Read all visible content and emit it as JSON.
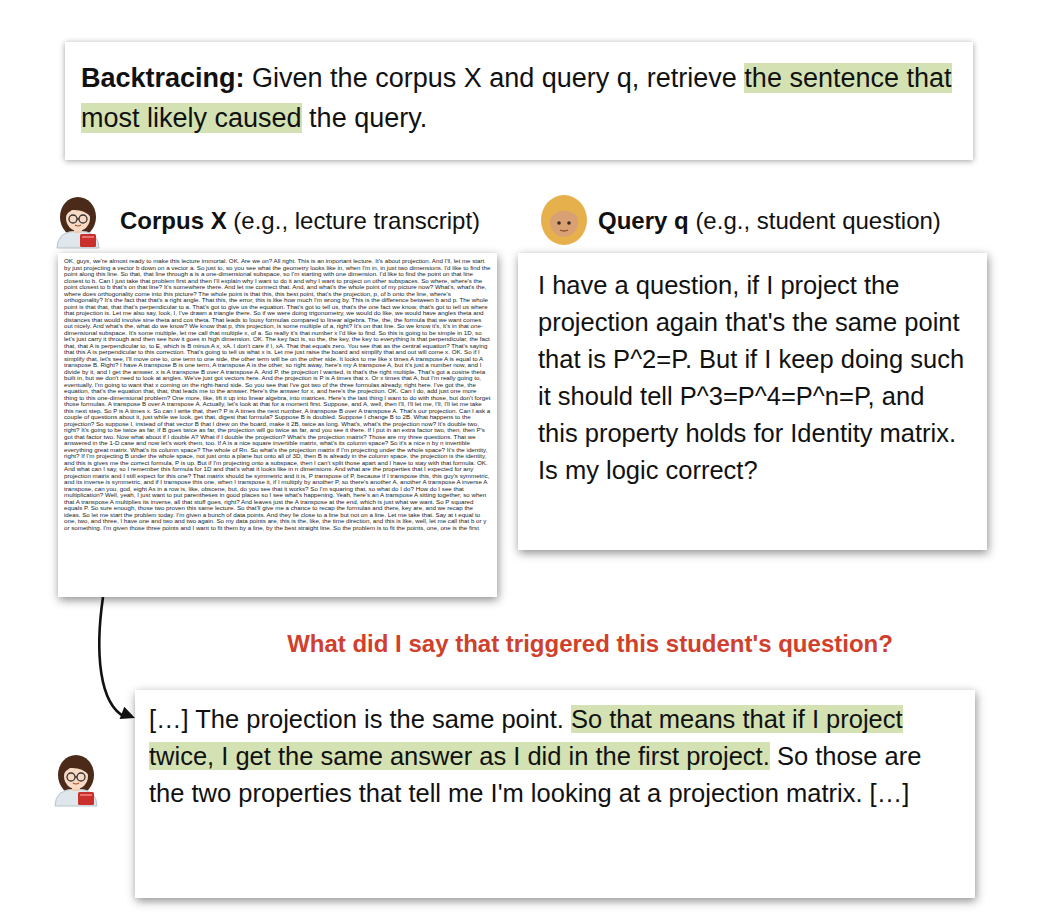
{
  "diagram": {
    "nodes": [
      {
        "text": [
          "Backtracing:",
          "Given the corpus X and query q, retrieve",
          "the sentence that most likely caused",
          "the query."
        ]
      },
      {
        "text": [
          "Corpus X",
          "(e.g., lecture transcript)",
          "OK, guys, we're almost ready to make this lecture immortal. OK. Are we on? All right. This is an important lecture. It's about projection. And I'll, let me start by just projecting a vector b down on a vector a. So just to, so you see what the geometry looks like in, when I'm in, in just two dimensions. I'd like to find the point along this line. So that, that line through a is a one-dimensional subspace, so I'm starting with one dimension. I'd like to find the point on that line closest to b. Can I just take that problem first and then I'll explain why I want to do it and why I want to project on other subspaces. So where, where's the point closest to b that's on that line? It's somewhere there. And let me connect that. And, and what's the whole point of my picture now? What's, what's the, where does orthogonality come into this picture? The whole point is that this, this best point, that's the projection, p, of b onto the line, where's orthogonality? It's the fact that that's a right angle. That this, the error, this is like how much I'm wrong by. This is the difference between b and p. The whole point is that that, that that's perpendicular to a. That's got to give us the equation. That's got to tell us, that's the one fact we know, that's got to tell us where that projection is. Let me also say, look, I, I've drawn a triangle there. So if we were doing trigonometry, we would do like, we would have angles theta and distances that would involve sine theta and cos theta. That leads to lousy formulas compared to linear algebra. The, the, the formula that we want comes out nicely. And what's the, what do we know? We know that p, this projection, is some multiple of a, right? It's on that line. So we know it's, it's in that one-dimensional subspace. It's some multiple, let me call that multiple x, of a. So really it's that number x I'd like to find. So this is going to be simple in 1D, so let's just carry it through and then see how it goes in high dimension. OK. The key fact is, so the, the key, the key to everything is that perpendicular, the fact that, that A is perpendicular to, to E, which is B minus A x, xA. I don't care if I, xA. That that equals zero. You see that as the central equation? That's saying that this A is perpendicular to this correction. That's going to tell us what x is. Let me just raise the board and simplify that and out will come x. OK. So if I simplify that, let's see, I'll move one to, one term to one side, the other term will be on the other side. It looks to me like x times A transpose A is equal to A transpose B. Right? I have A transpose B is one term, A transpose A is the other, so right away, here's my A transpose A, but it's just a number now, and I divide by it, and I get the answer. x is A transpose B over A transpose A. And P, the projection I wanted, is that's the right multiple. That's got a cosine theta built in, but we don't need to look at angles. We've just got vectors here. And the projection is P is A times that x. Or x times that A, but I'm really going to, eventually, I'm going to want that x coming on the right-hand side. So you see that I've got two of the three formulas already, right here. I've got the, the equation, that's the equation that, that, that leads me to the answer. Here's the answer for x, and here's the projection. OK. Can I do, add just one more thing to this one-dimensional problem? One more, like, lift it up into linear algebra, into matrices. Here's the last thing I want to do with those, but don't forget those formulas. A transpose B over A transpose A. Actually, let's look at that for a moment first. Suppose, and A, well, then I'll, I'll let me, I'll, I'll let me take this next step. So P is A times x. So can I write that, then? P is A times the next number, A transpose B over A transpose A. That's our projection. Can I ask a couple of questions about it, just while we look, get that, digest that formula? Suppose B is doubled. Suppose I change B to 2B. What happens to the projection? So suppose I, instead of that vector B that I drew on the board, make it 2B, twice as long. What's, what's the projection now? It's double two, right? It's going to be twice as far, if B goes twice as far, the projection will go twice as far, and you see it there. If I put in an extra factor two, then, then P's got that factor two. Now what about if I double A? What if I double the projection? What's the projection matrix? Those are my three questions. That we answered in the 1-D case and now let's work them, too. If A is a nice square invertible matrix, what's its column space? So it's a nice n by n invertible everything great matrix. What's its column space? The whole of Rn. So what's the projection matrix if I'm projecting under the whole space? It's the identity, right? If I'm projecting B under the whole space, not just onto a plane but onto all of 3D, then B is already in the column space, the projection is the identity, and this is gives me the correct formula, P is up. But if I'm projecting onto a subspace, then I can't split those apart and I have to stay with that formula. OK. And what can I say, so I remember this formula for 1D and that's what it looks like in n dimensions. And what are the properties that I expected for any projection matrix and I still expect for this one? That matrix should be symmetric and it is, P transpose of P, because if I transpose this, this guy's symmetric, and its inverse is symmetric, and if I transpose this one, when I transpose it, if I multiply by another P, so there's another A, another A transpose A inverse A transpose, can you, god, eight As in a row is, like, obscene, but, do you see that it works? So I'm squaring that, so what do I do? How do I see that multiplication? Well, yeah, I just want to put parentheses in good places so I see what's happening. Yeah, here's an A transpose A sitting together, so when that A transpose A multiplies its inverse, all that stuff goes, right? And leaves just the A transpose at the end, which is just what we want. So P squared equals P. So sure enough, those two proven this same lecture. So that'll give me a chance to recap the formulas and there, key are, and we recap the ideas. So let me start the problem today. I'm given a bunch of data points. And they lie close to a line but not on a line. Let me take that. Say at t equal to one, two, and three, I have one and two and two again. So my data points are, this is the, like, the time direction, and this is like, well, let me call that b or y or something. I'm given those three points and I want to fit them by a line, by the best straight line. So the problem is to fit the points, one, one is the first"
        ]
      },
      {
        "text": [
          "Query q",
          "(e.g., student question)",
          "I have a question, if I project the projection again that's the same point that is P^2=P. But if I keep doing such it should tell P^3=P^4=P^n=P, and this property holds for Identity matrix. Is my logic correct?"
        ]
      },
      {
        "text": [
          "[…] The projection is the same point.",
          "So that means that if I project twice, I get the same answer as I did in the first project.",
          "So those are the two properties that tell me I'm looking at a projection matrix. […]"
        ]
      }
    ],
    "edges": [
      {
        "from": 1,
        "to": 3,
        "arrow": "to"
      }
    ],
    "labels": [
      "What did I say that triggered this student's question?"
    ]
  }
}
